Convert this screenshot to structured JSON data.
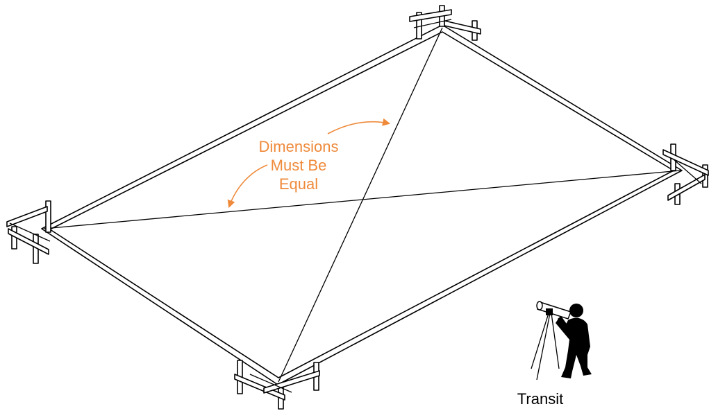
{
  "labels": {
    "annotation_lines": [
      "Dimensions",
      "Must Be",
      "Equal"
    ],
    "transit": "Transit"
  },
  "colors": {
    "annotation": "#ef8a3a",
    "lines": "#000000",
    "background": "#ffffff"
  }
}
